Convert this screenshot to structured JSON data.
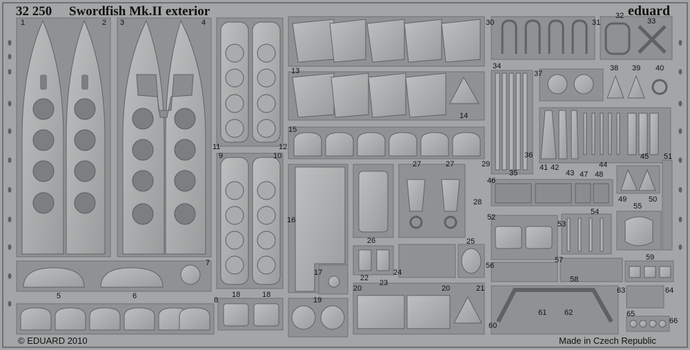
{
  "header": {
    "code": "32 250",
    "title": "Swordfish Mk.II exterior",
    "brand": "eduard"
  },
  "footer": {
    "copyright": "© EDUARD 2010",
    "origin": "Made in Czech Republic"
  },
  "part_numbers": [
    "1",
    "2",
    "3",
    "4",
    "5",
    "6",
    "7",
    "8",
    "9",
    "10",
    "11",
    "12",
    "13",
    "14",
    "15",
    "16",
    "17",
    "18",
    "18",
    "19",
    "20",
    "20",
    "21",
    "22",
    "23",
    "24",
    "25",
    "26",
    "27",
    "27",
    "28",
    "29",
    "30",
    "31",
    "32",
    "33",
    "34",
    "35",
    "36",
    "37",
    "38",
    "39",
    "40",
    "41",
    "42",
    "43",
    "44",
    "45",
    "46",
    "47",
    "48",
    "49",
    "50",
    "51",
    "52",
    "53",
    "54",
    "55",
    "56",
    "57",
    "58",
    "59",
    "60",
    "61",
    "62",
    "63",
    "64",
    "65",
    "66"
  ],
  "colors": {
    "fret": "#a3a5a6",
    "frame_dark": "#6f7173",
    "part_fill": "#b2b4b5",
    "text": "#111111"
  }
}
